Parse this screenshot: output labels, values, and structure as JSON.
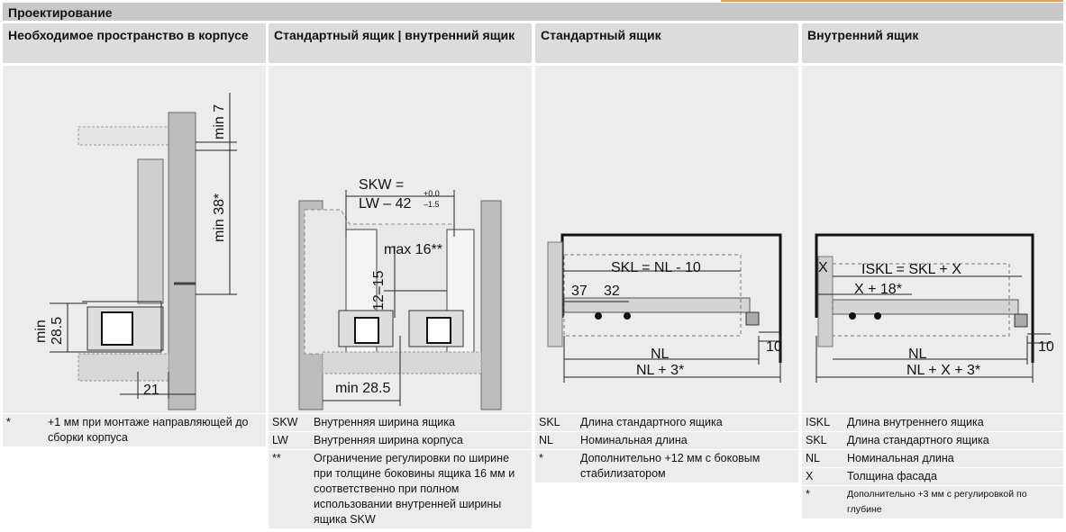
{
  "section_title": "Проектирование",
  "columns": [
    {
      "heading": "Необходимое пространство в корпусе",
      "labels": {
        "min7": "min 7",
        "min38": "min 38*",
        "min28": "min",
        "v285": "28.5",
        "d21": "21"
      },
      "notes": [
        {
          "key": "*",
          "text": "+1 мм при монтаже направляющей до сборки корпуса"
        }
      ]
    },
    {
      "heading": "Стандартный ящик | внутренний ящик",
      "labels": {
        "skw": "SKW =",
        "lw": "LW – 42",
        "tol_plus": "+0.0",
        "tol_minus": "–1.5",
        "max16": "max 16**",
        "r1215": "12–15",
        "min285": "min 28.5"
      },
      "notes": [
        {
          "key": "SKW",
          "text": "Внутренняя ширина ящика"
        },
        {
          "key": "LW",
          "text": "Внутренняя ширина корпуса"
        },
        {
          "key": "**",
          "text": "Ограничение регулировки по ширине при толщине боковины ящика 16 мм и соответственно при полном использовании внутренней ширины ящика SKW"
        }
      ]
    },
    {
      "heading": "Стандартный ящик",
      "labels": {
        "skl": "SKL = NL - 10",
        "d37": "37",
        "d32": "32",
        "nl": "NL",
        "nl3": "NL + 3*",
        "d10": "10"
      },
      "notes": [
        {
          "key": "SKL",
          "text": "Длина стандартного ящика"
        },
        {
          "key": "NL",
          "text": "Номинальная длина"
        },
        {
          "key": "*",
          "text": "Дополнительно +12 мм с боковым стабилизатором"
        }
      ]
    },
    {
      "heading": "Внутренний ящик",
      "labels": {
        "x": "X",
        "iskl": "ISKL = SKL + X",
        "x18": "X + 18*",
        "nl": "NL",
        "nlx3": "NL + X + 3*",
        "d10": "10"
      },
      "notes": [
        {
          "key": "ISKL",
          "text": "Длина внутреннего ящика"
        },
        {
          "key": "SKL",
          "text": "Длина стандартного ящика"
        },
        {
          "key": "NL",
          "text": "Номинальная длина"
        },
        {
          "key": "X",
          "text": "Толщина фасада"
        },
        {
          "key": "*",
          "text": "Дополнительно +3 мм с регулировкой по глубине",
          "small": true
        }
      ]
    }
  ]
}
